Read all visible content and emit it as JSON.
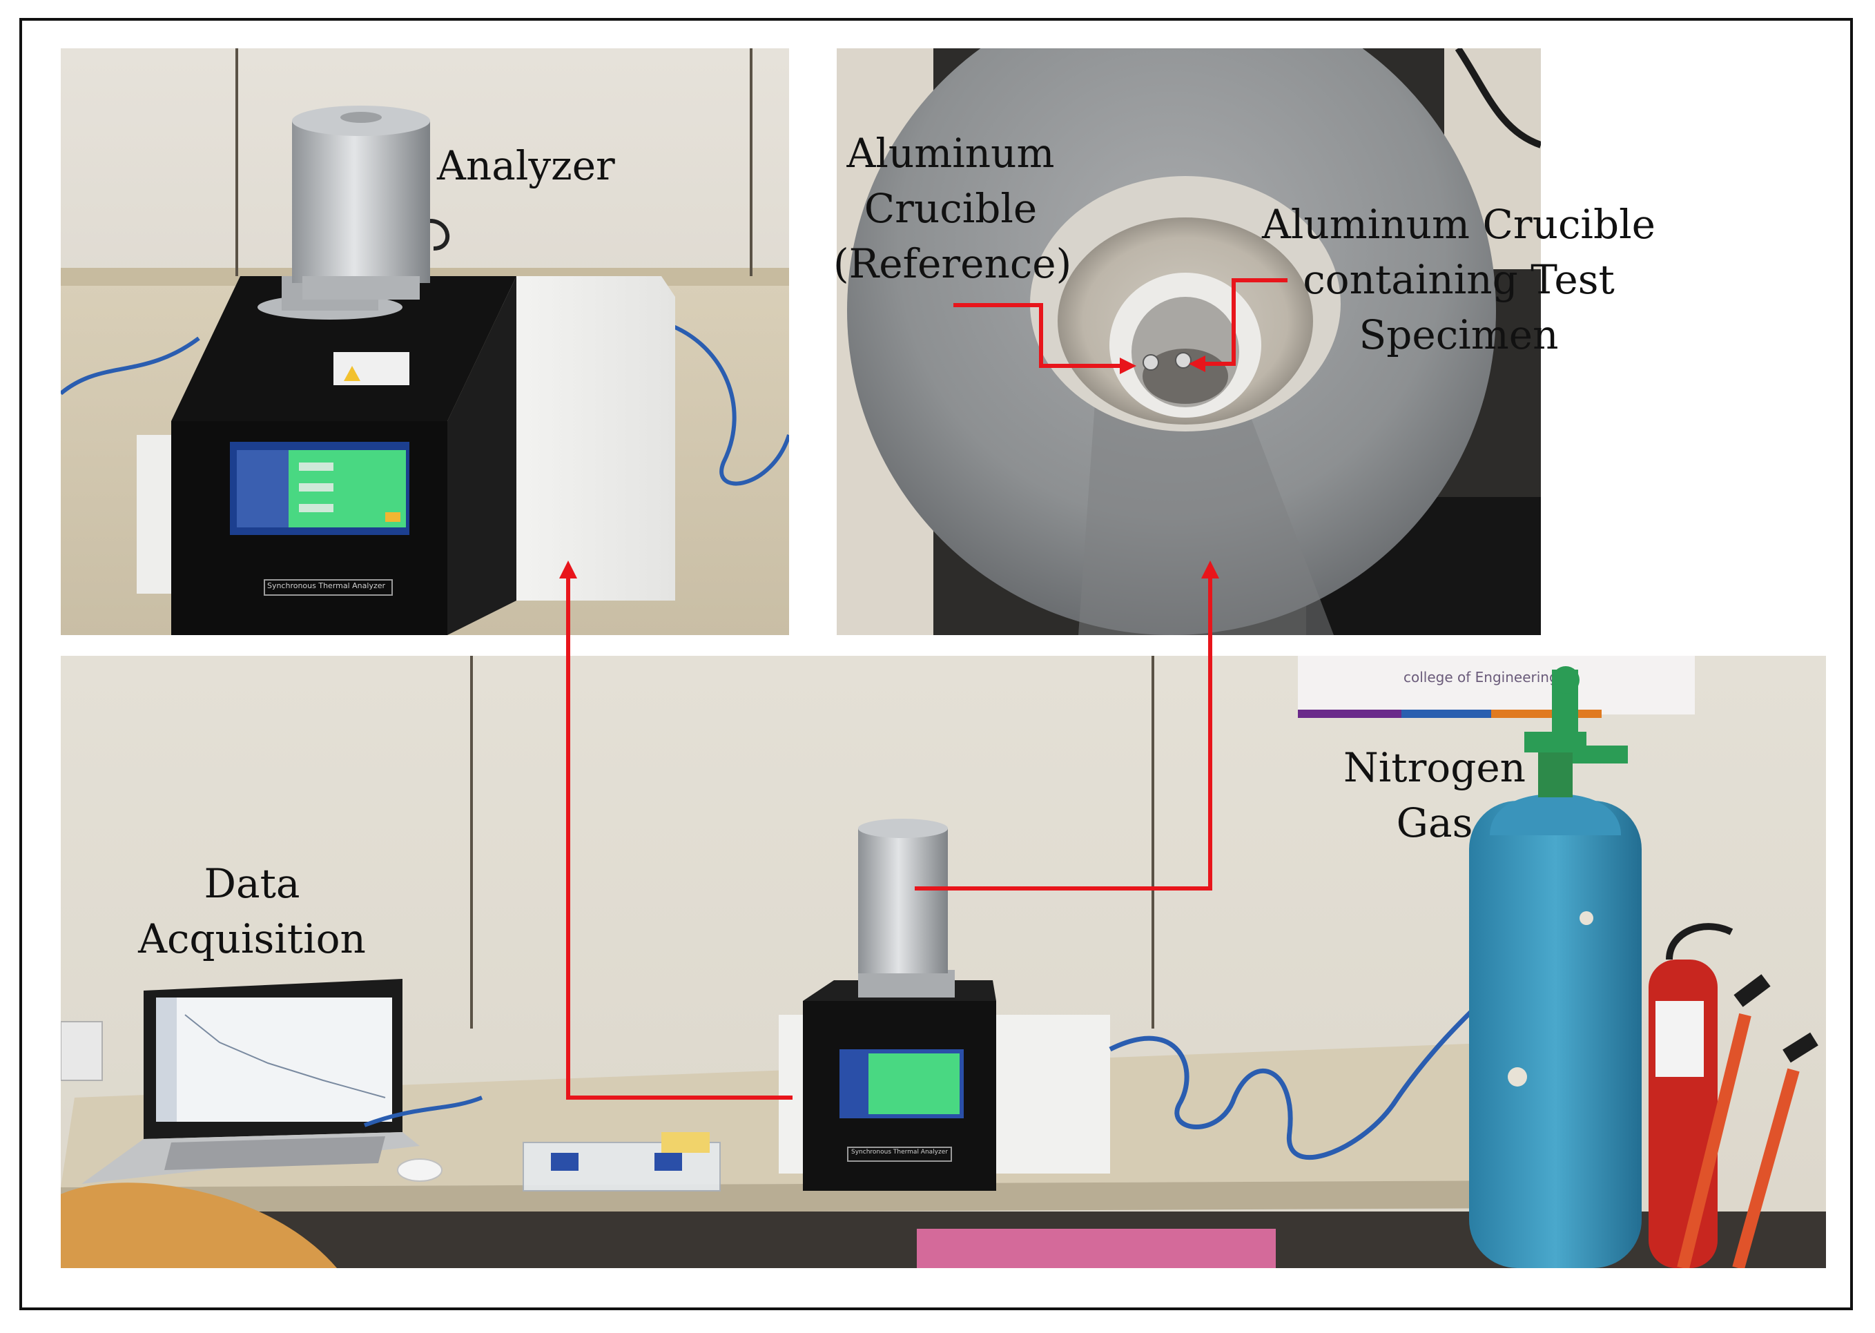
{
  "labels": {
    "analyzer": "Analyzer",
    "reference_crucible": [
      "Aluminum",
      "Crucible",
      "(Reference)"
    ],
    "test_crucible": [
      "Aluminum Crucible",
      "containing Test",
      "Specimen"
    ],
    "nitrogen": [
      "Nitrogen",
      "Gas"
    ],
    "data_acquisition": [
      "Data",
      "Acquisition"
    ]
  },
  "photo_text": {
    "instrument_plate": "Synchronous Thermal Analyzer",
    "wall_sign": "college of Engineering"
  },
  "colors": {
    "connector": "#e8151b",
    "frame": "#111111",
    "cylinder_blue": "#2f8db3",
    "screen_green": "#3fd47a"
  }
}
